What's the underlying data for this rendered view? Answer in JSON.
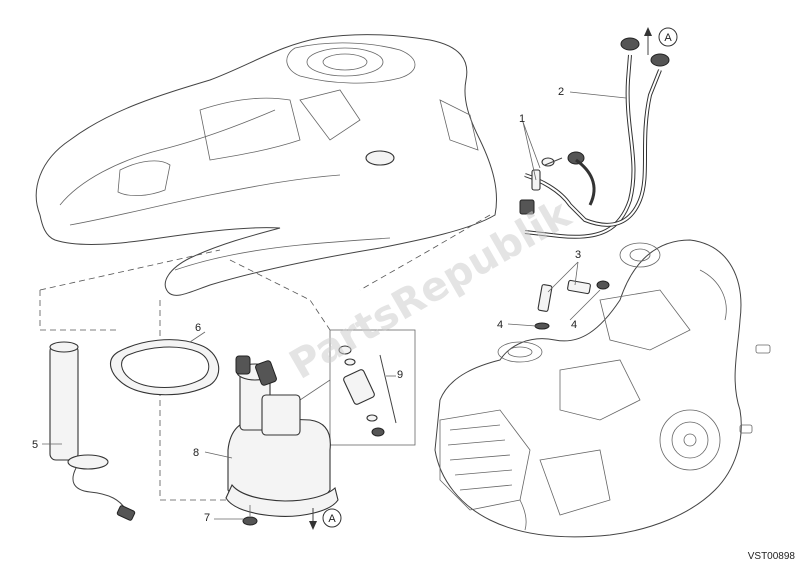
{
  "callouts": {
    "c1": "1",
    "c2": "2",
    "c3": "3",
    "c4a": "4",
    "c4b": "4",
    "c5": "5",
    "c6": "6",
    "c7": "7",
    "c8": "8",
    "c9": "9"
  },
  "arrows": {
    "top_ref": "A",
    "bottom_ref": "A"
  },
  "drawing_code": "VST00898",
  "watermark": "PartsRepublik"
}
